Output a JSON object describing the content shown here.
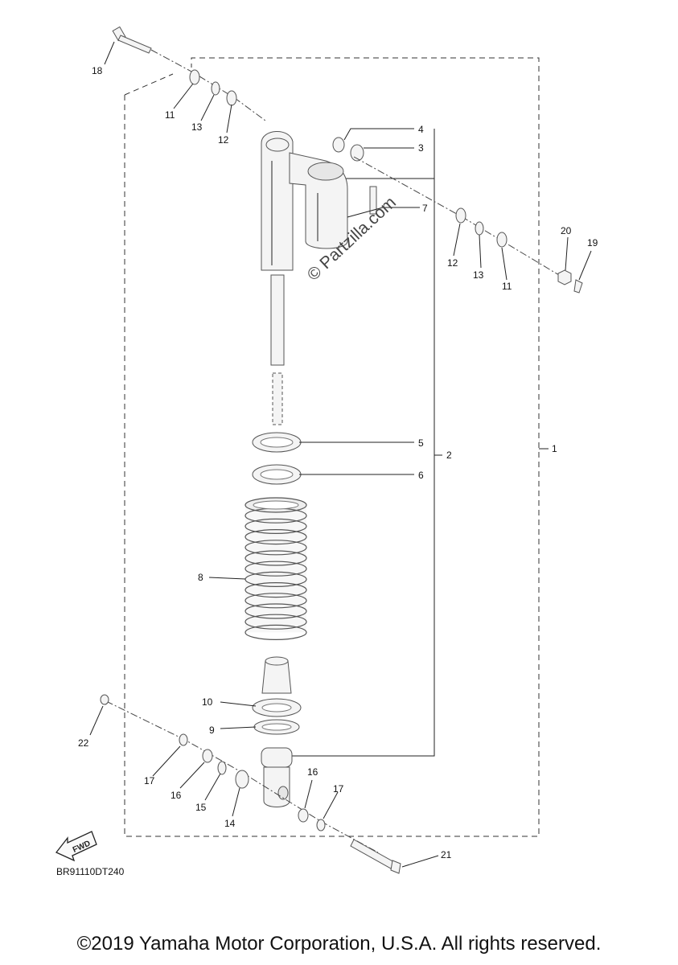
{
  "diagram": {
    "callouts": [
      {
        "id": "c1",
        "label": "1"
      },
      {
        "id": "c2",
        "label": "2"
      },
      {
        "id": "c3",
        "label": "3"
      },
      {
        "id": "c4",
        "label": "4"
      },
      {
        "id": "c5",
        "label": "5"
      },
      {
        "id": "c6",
        "label": "6"
      },
      {
        "id": "c7",
        "label": "7"
      },
      {
        "id": "c8",
        "label": "8"
      },
      {
        "id": "c9",
        "label": "9"
      },
      {
        "id": "c10",
        "label": "10"
      },
      {
        "id": "c11a",
        "label": "11"
      },
      {
        "id": "c11b",
        "label": "11"
      },
      {
        "id": "c12a",
        "label": "12"
      },
      {
        "id": "c12b",
        "label": "12"
      },
      {
        "id": "c13a",
        "label": "13"
      },
      {
        "id": "c13b",
        "label": "13"
      },
      {
        "id": "c14",
        "label": "14"
      },
      {
        "id": "c15",
        "label": "15"
      },
      {
        "id": "c16a",
        "label": "16"
      },
      {
        "id": "c16b",
        "label": "16"
      },
      {
        "id": "c17a",
        "label": "17"
      },
      {
        "id": "c17b",
        "label": "17"
      },
      {
        "id": "c18",
        "label": "18"
      },
      {
        "id": "c19",
        "label": "19"
      },
      {
        "id": "c20",
        "label": "20"
      },
      {
        "id": "c21",
        "label": "21"
      },
      {
        "id": "c22",
        "label": "22"
      }
    ],
    "diagram_code": "BR91110DT240",
    "watermark": "© Partzilla.com",
    "fwd_label": "FWD"
  },
  "footer": {
    "copyright": "©2019 Yamaha Motor Corporation, U.S.A. All rights reserved."
  }
}
